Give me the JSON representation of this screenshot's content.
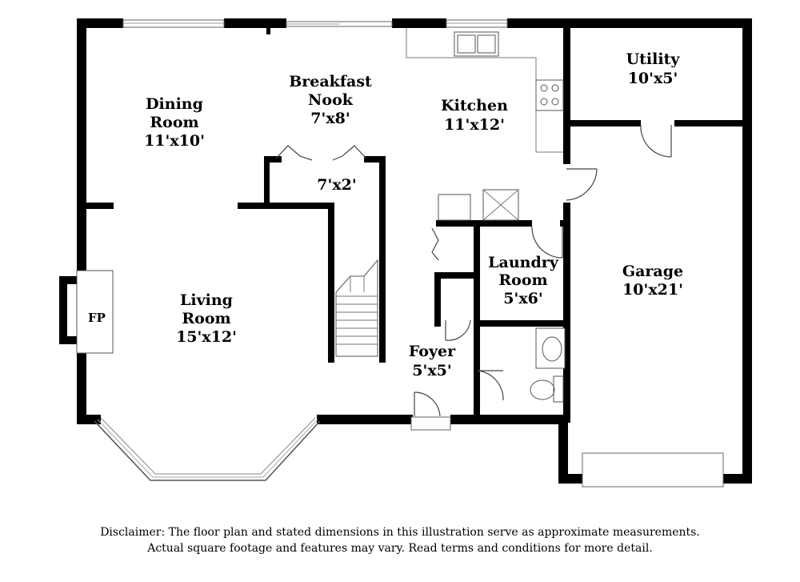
{
  "rooms": {
    "dining": {
      "name_line1": "Dining",
      "name_line2": "Room",
      "dimensions": "11'x10'"
    },
    "breakfast_nook": {
      "name_line1": "Breakfast",
      "name_line2": "Nook",
      "dimensions": "7'x8'"
    },
    "kitchen": {
      "name": "Kitchen",
      "dimensions": "11'x12'"
    },
    "utility": {
      "name": "Utility",
      "dimensions": "10'x5'"
    },
    "closet": {
      "dimensions": "7'x2'"
    },
    "living": {
      "name_line1": "Living",
      "name_line2": "Room",
      "dimensions": "15'x12'"
    },
    "fireplace": {
      "label": "FP"
    },
    "laundry": {
      "name_line1": "Laundry",
      "name_line2": "Room",
      "dimensions": "5'x6'"
    },
    "garage": {
      "name": "Garage",
      "dimensions": "10'x21'"
    },
    "foyer": {
      "name": "Foyer",
      "dimensions": "5'x5'"
    }
  },
  "disclaimer": {
    "line1": "Disclaimer: The floor plan and stated dimensions in this illustration serve as approximate measurements.",
    "line2": "Actual square footage and features may vary. Read terms and conditions for more detail."
  }
}
